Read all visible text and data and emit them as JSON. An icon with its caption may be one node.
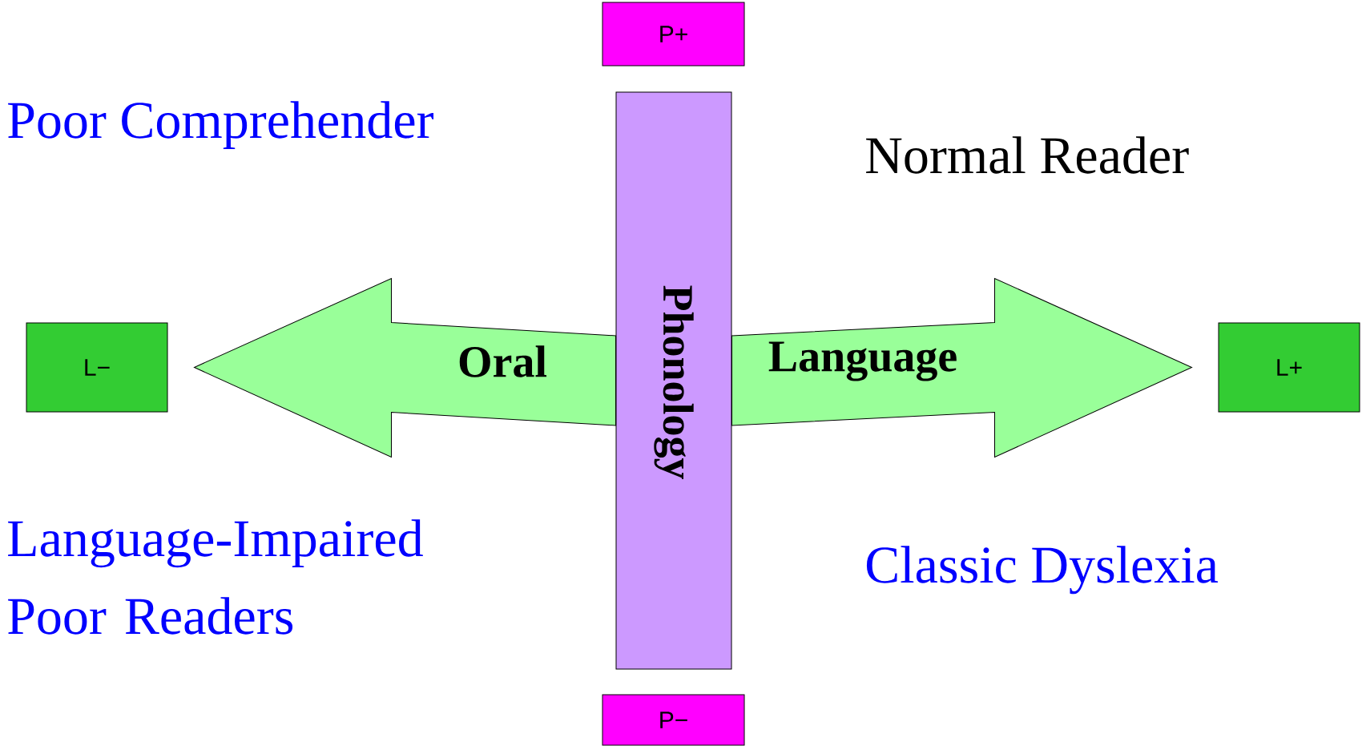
{
  "diagram": {
    "nodes": [
      {
        "text": [
          "P+"
        ]
      },
      {
        "text": [
          "Phonology"
        ]
      },
      {
        "text": [
          "P−"
        ]
      },
      {
        "text": [
          "L−"
        ]
      },
      {
        "text": [
          "L+"
        ]
      }
    ],
    "edges": [
      {
        "from": 1,
        "to": 3,
        "arrow": "to",
        "label": "Oral"
      },
      {
        "from": 1,
        "to": 4,
        "arrow": "to",
        "label": "Language"
      }
    ],
    "labels": [
      "Poor Comprehender",
      "Normal Reader",
      "Language-Impaired Poor Readers",
      "Classic Dyslexia"
    ]
  }
}
